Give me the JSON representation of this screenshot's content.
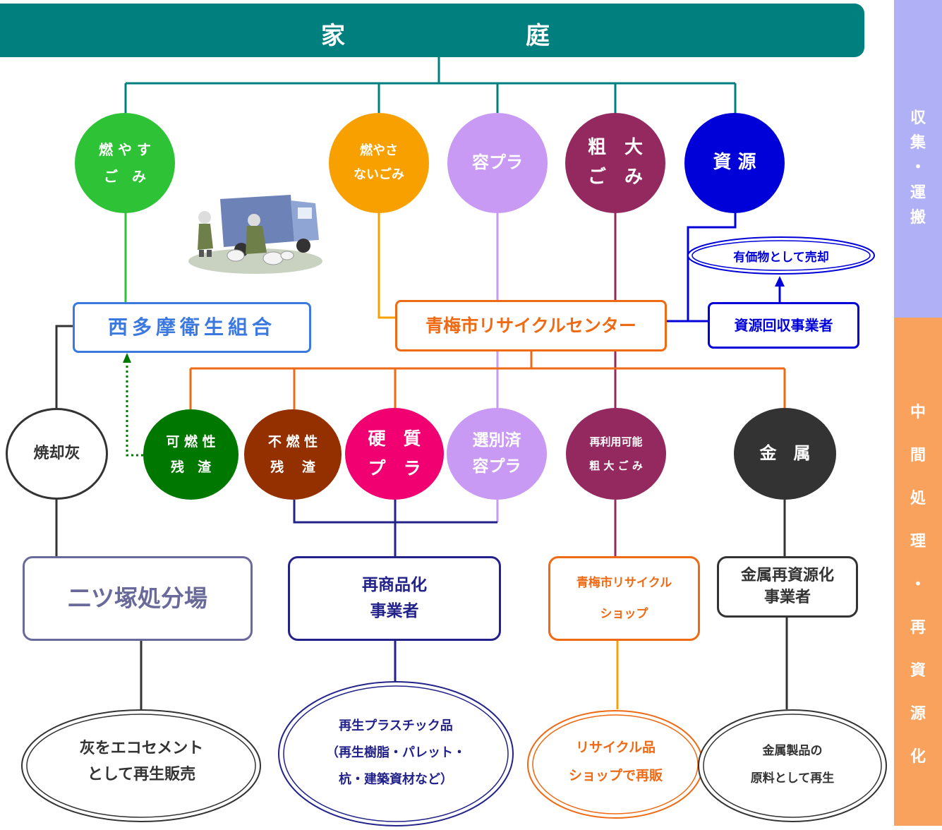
{
  "header": {
    "left": "家",
    "right": "庭"
  },
  "side": {
    "collection": [
      "収",
      "集",
      "・",
      "運",
      "搬"
    ],
    "processing": [
      "中",
      "間",
      "処",
      "理",
      "・",
      "再",
      "資",
      "源",
      "化"
    ]
  },
  "categories": {
    "burnable": [
      "燃 や す",
      "ご　み"
    ],
    "nonburnable": [
      "燃やさ",
      "ないごみ"
    ],
    "plastic": [
      "容プラ"
    ],
    "bulky": [
      "粗　大",
      "ご　み"
    ],
    "resources": [
      "資 源"
    ]
  },
  "facilities": {
    "nishitama": "西多摩衛生組合",
    "center": "青梅市リサイクルセンター",
    "collector": "資源回収事業者",
    "sold": "有価物として売却"
  },
  "residues": {
    "combustible": [
      "可 燃 性",
      "残　渣"
    ],
    "noncombustible": [
      "不 燃 性",
      "残　 渣"
    ],
    "hardplastic": [
      "硬　質",
      "プ　ラ"
    ],
    "sortedplastic": [
      "選別済",
      "容プラ"
    ],
    "reusable": [
      "再利用可能",
      "粗 大 ご み"
    ],
    "metal": [
      "金　属"
    ],
    "ash": [
      "焼却灰"
    ]
  },
  "destinations": {
    "landfill": "二ツ塚処分場",
    "recommercializer": [
      "再商品化",
      "事業者"
    ],
    "shop": [
      "青梅市リサイクル",
      "ショップ"
    ],
    "metalrecycler": [
      "金属再資源化",
      "事業者"
    ]
  },
  "outcomes": {
    "ecocement": [
      "灰をエコセメント",
      "として再生販売"
    ],
    "plasticproducts": [
      "再生プラスチック品",
      "（再生樹脂・パレット・",
      "杭・建築資材など）"
    ],
    "resale": [
      "リサイクル品",
      "ショップで再販"
    ],
    "metalraw": [
      "金属製品の",
      "原料として再生"
    ]
  },
  "colors": {
    "teal": "#007f7f",
    "green": "#2ec236",
    "orange": "#f7a000",
    "lavender": "#c89af4",
    "maroon": "#94295f",
    "blue": "#0000d9",
    "darkgreen": "#007800",
    "brown": "#943000",
    "pink": "#f00070",
    "dark": "#333333",
    "centerOrange": "#ef6a14",
    "navy": "#22228a"
  }
}
